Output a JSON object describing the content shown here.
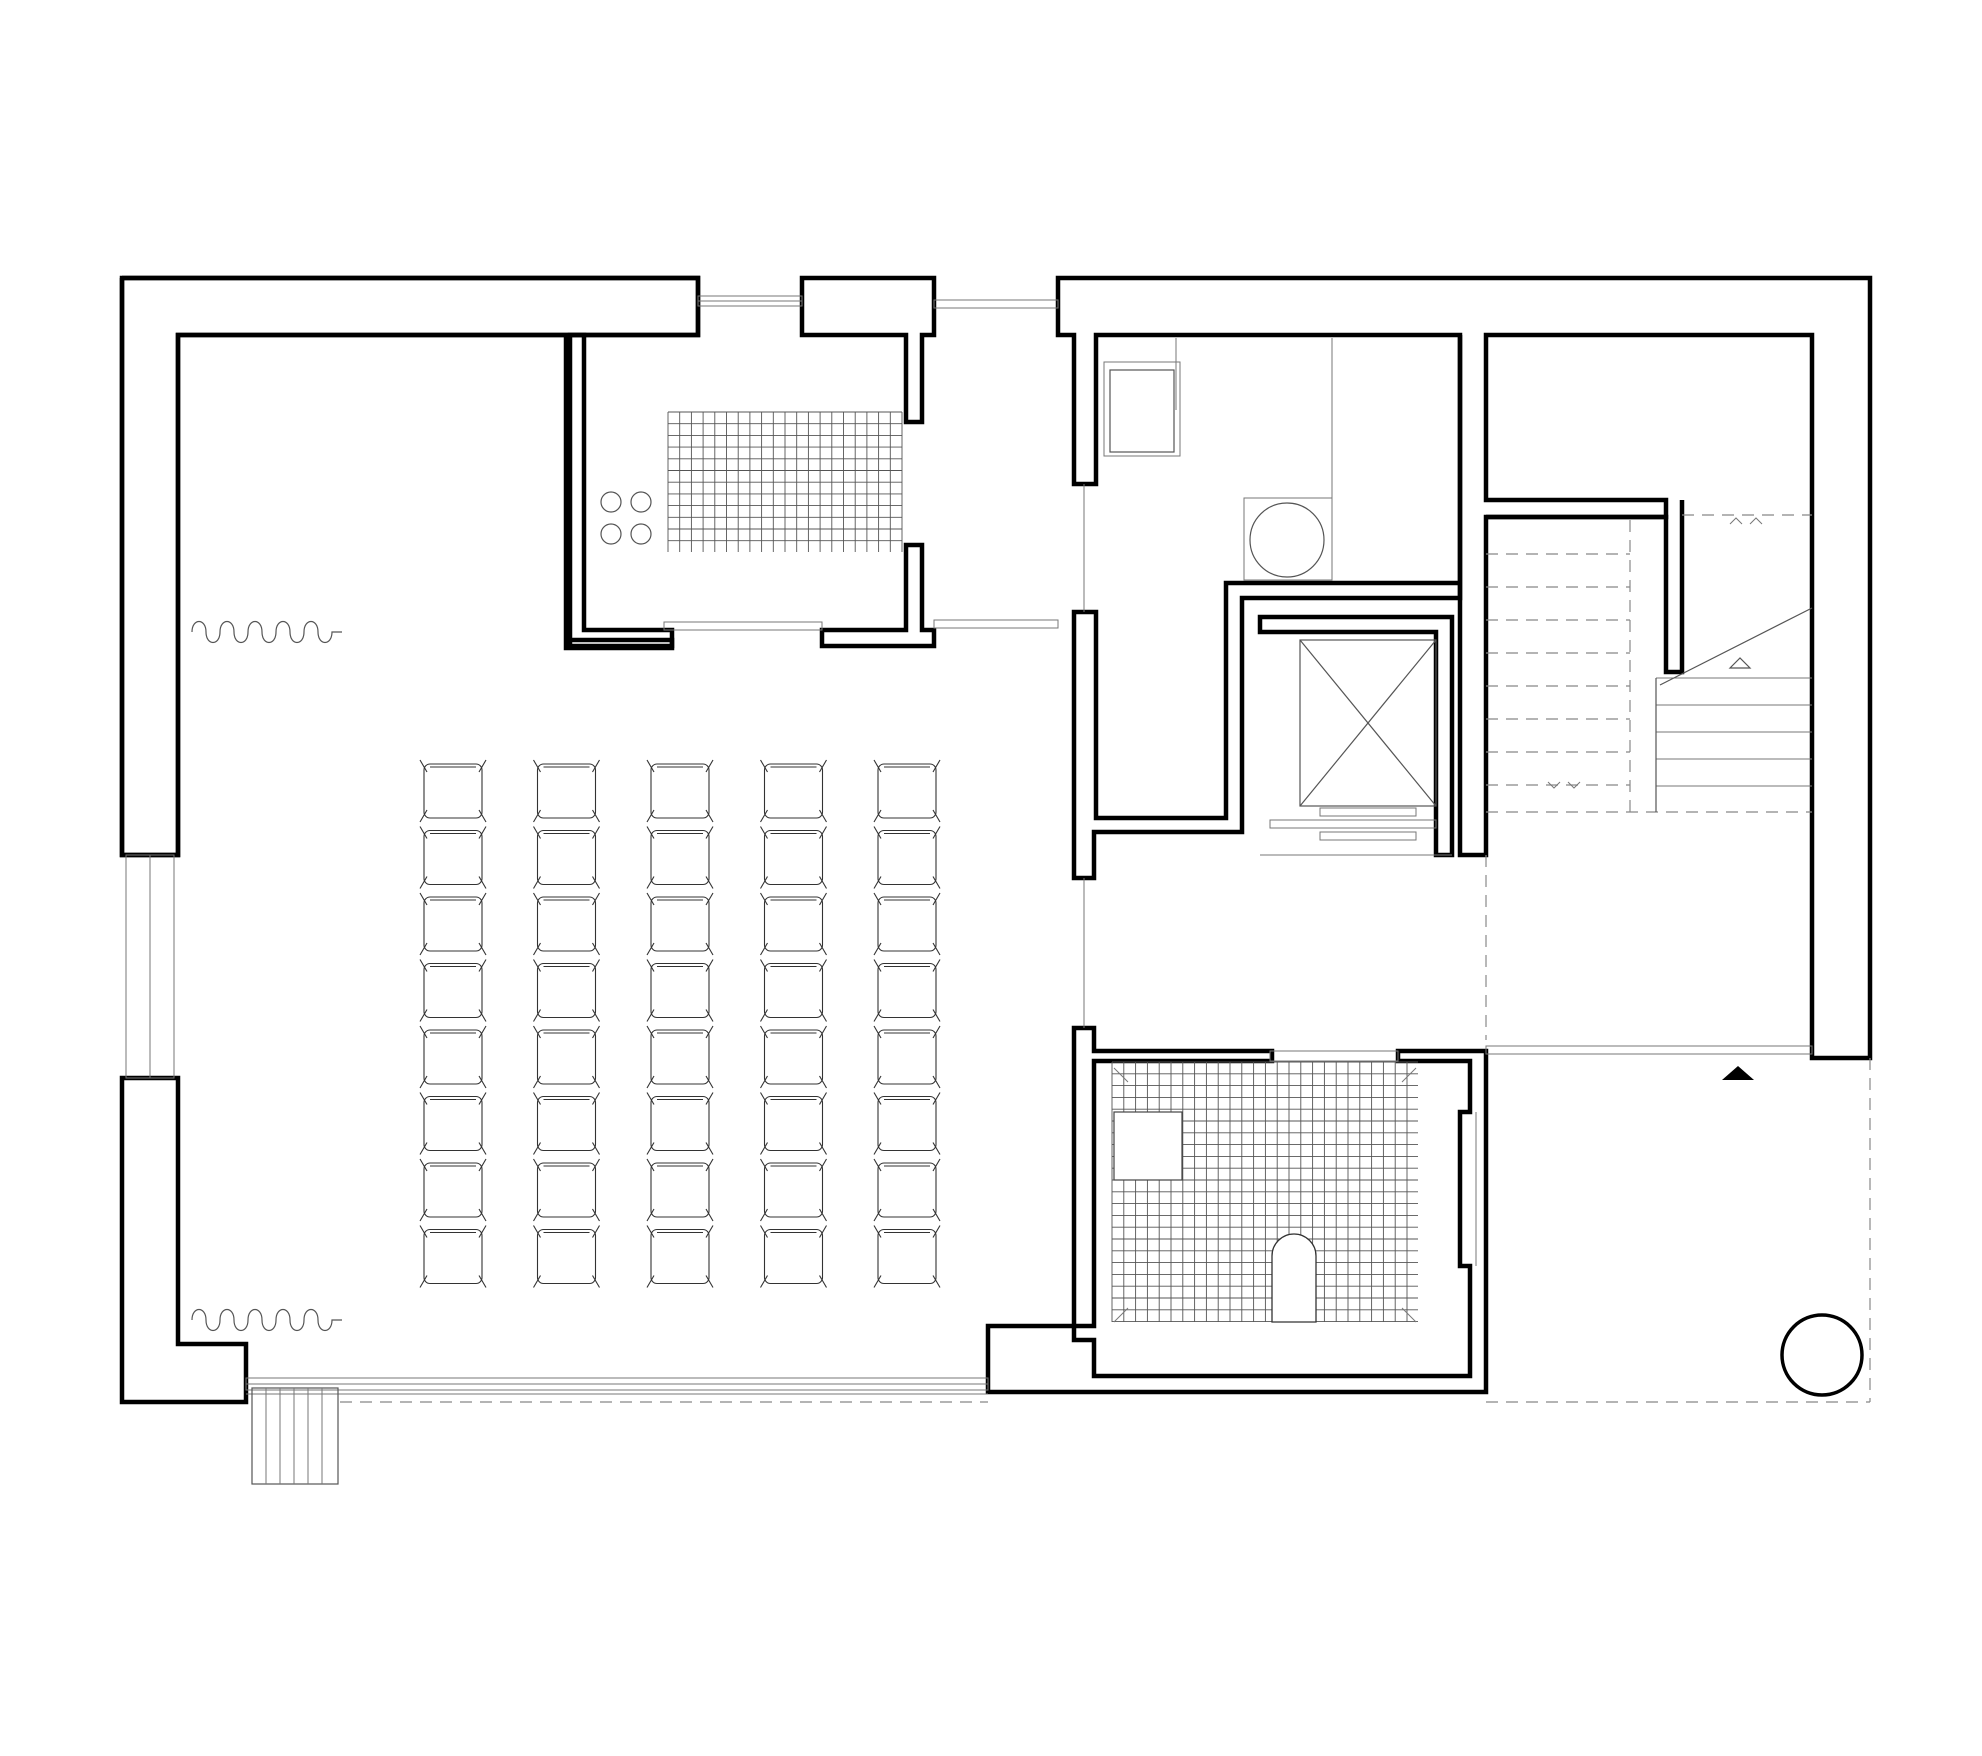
{
  "drawing": {
    "type": "architectural floor plan",
    "line_color": "#000000",
    "background_color": "#ffffff"
  },
  "rooms": {
    "hall": {
      "seat_columns": 5,
      "seat_rows": 8
    },
    "kitchenette": {
      "burners": 4,
      "floor": "tiled"
    },
    "bathroom": {
      "floor": "tiled",
      "fixture": "toilet"
    },
    "utility": {
      "fixtures": [
        "sink",
        "washing machine"
      ]
    },
    "lift": {
      "symbol": "cross-box"
    },
    "stair": {
      "direction_markers": 3
    }
  },
  "icons": [
    "entrance-arrow-icon",
    "radiator-icon",
    "tree-icon",
    "steps-icon"
  ]
}
